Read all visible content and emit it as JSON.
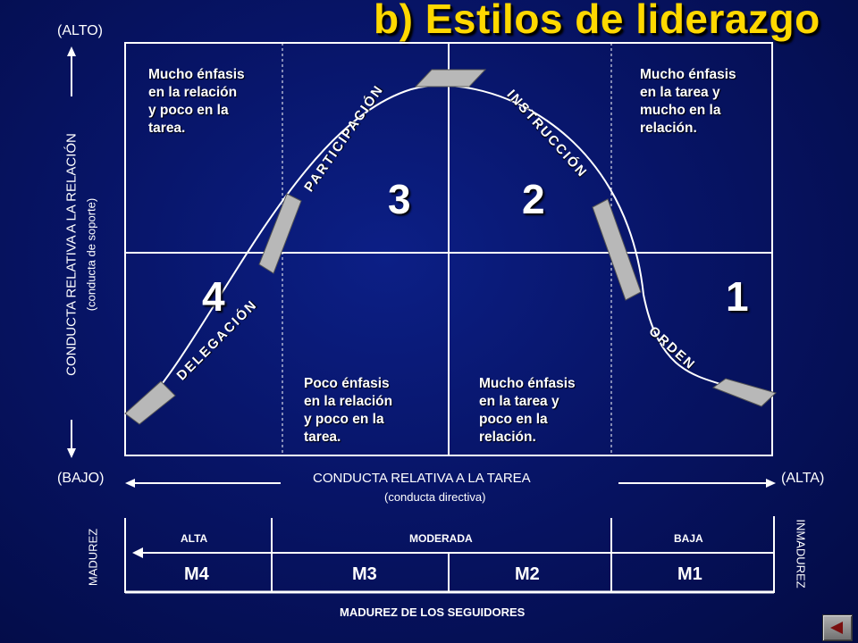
{
  "title": "b) Estilos de liderazgo",
  "y_axis": {
    "high": "(ALTO)",
    "low": "(BAJO)",
    "label": "CONDUCTA RELATIVA A LA RELACIÓN",
    "sublabel": "(conducta de soporte)"
  },
  "x_axis": {
    "high": "(ALTA)",
    "label": "CONDUCTA RELATIVA A LA TAREA",
    "sublabel": "(conducta directiva)"
  },
  "quadrants": {
    "q1": {
      "number": "1",
      "style": "ORDEN",
      "description": "Mucho énfasis\nen la tarea y\npoco en la\nrelación."
    },
    "q2": {
      "number": "2",
      "style": "INSTRUCCIÓN",
      "description": "Mucho énfasis\nen la tarea y\nmucho en la\nrelación."
    },
    "q3": {
      "number": "3",
      "style": "PARTICIPACIÓN",
      "description": "Mucho énfasis\nen la relación\ny poco en la\ntarea."
    },
    "q4": {
      "number": "4",
      "style": "DELEGACIÓN",
      "description": "Poco énfasis\nen la relación\ny poco en la\ntarea."
    }
  },
  "maturity": {
    "left_label": "MADUREZ",
    "right_label": "INMADUREZ",
    "bottom_label": "MADUREZ DE LOS SEGUIDORES",
    "levels": [
      "ALTA",
      "MODERADA",
      "BAJA"
    ],
    "codes": [
      "M4",
      "M3",
      "M2",
      "M1"
    ]
  },
  "colors": {
    "title": "#ffd800",
    "background": "#071466",
    "lines": "#ffffff",
    "markers": "#b8b8b8"
  },
  "icons": {
    "back": "back-arrow-icon"
  }
}
